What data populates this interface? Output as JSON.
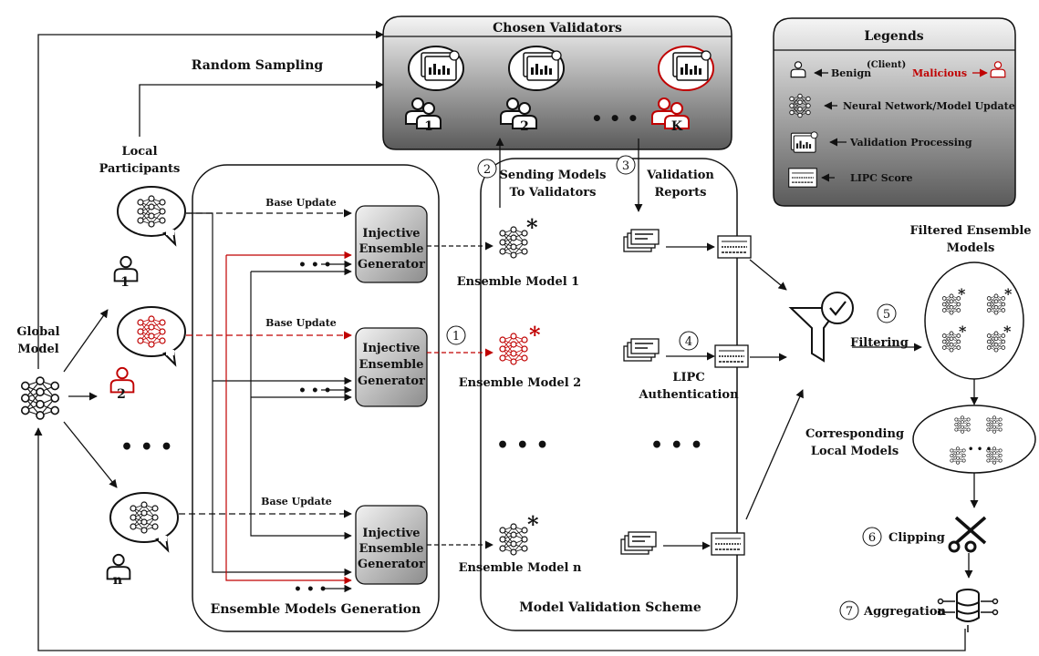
{
  "validators": {
    "title": "Chosen Validators",
    "labels": [
      "1",
      "2",
      "K"
    ],
    "ellipsis": "• • •"
  },
  "legend": {
    "title": "Legends",
    "benign": "Benign",
    "client": "(Client)",
    "malicious": "Malicious",
    "nn": "Neural Network/Model Update",
    "validation": "Validation Processing",
    "lipc": "LIPC Score"
  },
  "labels": {
    "random_sampling": "Random Sampling",
    "local_participants_1": "Local",
    "local_participants_2": "Participants",
    "global_model_1": "Global",
    "global_model_2": "Model",
    "base_update": "Base Update",
    "generator_1": "Injective",
    "generator_2": "Ensemble",
    "generator_3": "Generator",
    "ensemble_1": "Ensemble Model 1",
    "ensemble_2": "Ensemble Model 2",
    "ensemble_n": "Ensemble Model n",
    "sending_1": "Sending Models",
    "sending_2": "To Validators",
    "reports_1": "Validation",
    "reports_2": "Reports",
    "lipc_1": "LIPC",
    "lipc_2": "Authentication",
    "filtered_1": "Filtered Ensemble",
    "filtered_2": "Models",
    "filtering": "Filtering",
    "corresponding_1": "Corresponding",
    "corresponding_2": "Local Models",
    "clipping": "Clipping",
    "aggregation": "Aggregation",
    "ensemble_generation": "Ensemble Models Generation",
    "validation_scheme": "Model Validation Scheme",
    "dots": "• • •",
    "small_dots": "• • •"
  },
  "participants": [
    "1",
    "2",
    "n"
  ],
  "steps": [
    "1",
    "2",
    "3",
    "4",
    "5",
    "6",
    "7"
  ],
  "colors": {
    "malicious": "#c00000",
    "box_gradient_top": "#f2f2f2",
    "box_gradient_bottom": "#595959"
  }
}
